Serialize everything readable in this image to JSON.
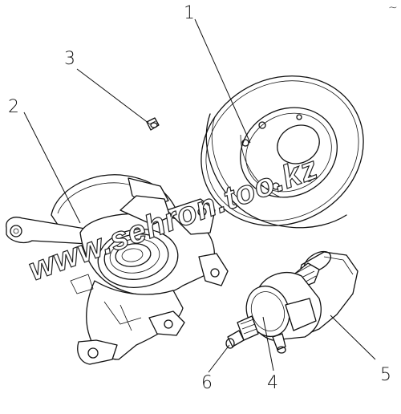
{
  "callouts": {
    "c1": "1",
    "c2": "2",
    "c3": "3",
    "c4": "4",
    "c5": "5",
    "c6": "6",
    "corner": "~"
  },
  "watermark": "www.sehron.too.kz"
}
